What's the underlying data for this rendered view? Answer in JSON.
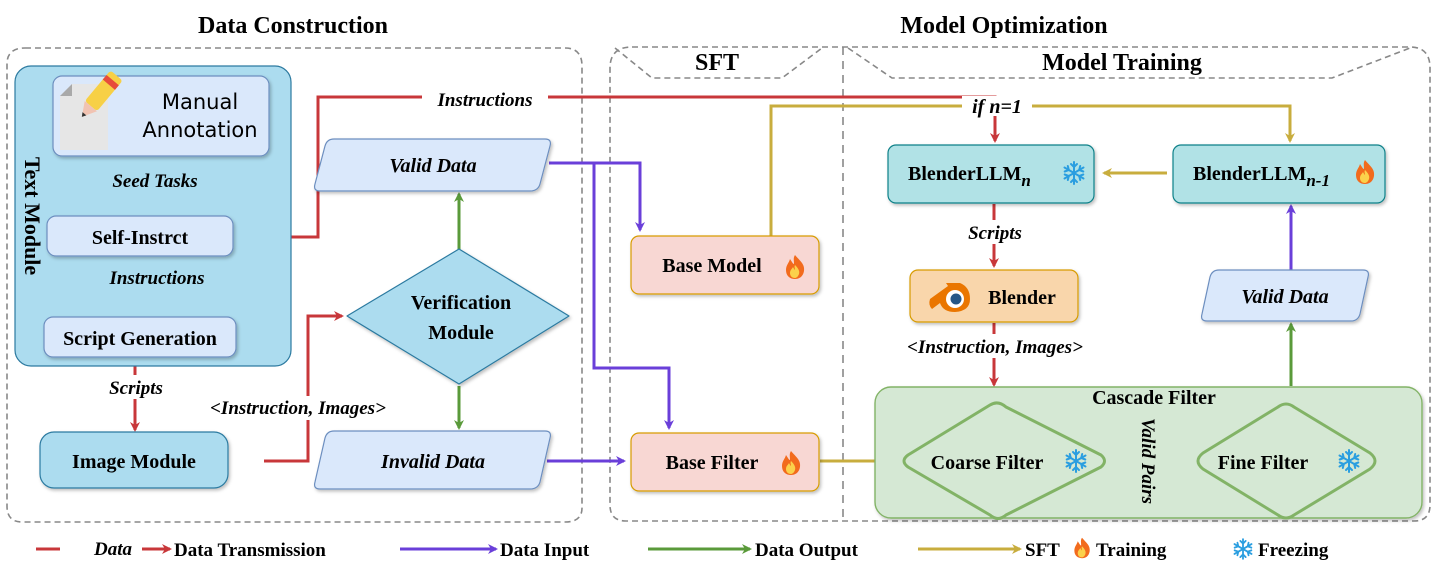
{
  "titles": {
    "data_construction": "Data Construction",
    "model_optimization": "Model Optimization",
    "sft": "SFT",
    "model_training": "Model Training"
  },
  "text_module": {
    "label": "Text Module",
    "manual_annotation_line1": "Manual",
    "manual_annotation_line2": "Annotation",
    "seed_tasks": "Seed Tasks",
    "self_instruct": "Self-Instrct",
    "instructions": "Instructions",
    "script_generation": "Script Generation"
  },
  "data_construction": {
    "scripts_label": "Scripts",
    "image_module": "Image Module",
    "instruction_images": "<Instruction, Images>",
    "verification_line1": "Verification",
    "verification_line2": "Module",
    "valid_data": "Valid Data",
    "invalid_data": "Invalid Data",
    "instructions_top": "Instructions"
  },
  "sft": {
    "base_model": "Base Model",
    "base_filter": "Base Filter"
  },
  "model_training": {
    "if_n1": "if n=1",
    "blender_llm_n": "BlenderLLM",
    "blender_llm_n_sub": "n",
    "blender_llm_n1": "BlenderLLM",
    "blender_llm_n1_sub": "n-1",
    "scripts": "Scripts",
    "blender": "Blender",
    "instruction_images": "<Instruction, Images>",
    "cascade_filter": "Cascade Filter",
    "coarse_filter": "Coarse Filter",
    "fine_filter": "Fine Filter",
    "valid_pairs": "Valid Pairs",
    "valid_data": "Valid Data"
  },
  "legend": {
    "data_word": "Data",
    "data_transmission": "Data Transmission",
    "data_input": "Data Input",
    "data_output": "Data Output",
    "sft": "SFT",
    "training": "Training",
    "freezing": "Freezing"
  },
  "colors": {
    "transmission": "#c8373a",
    "input": "#6a3fd9",
    "output": "#5a9a3a",
    "sft": "#c8ad3e",
    "snow": "#2a9ee0",
    "fire": "#f26b1d",
    "module_fill": "#acdcef",
    "inner_fill": "#dae8fb",
    "llm_fill": "#b1e2e6",
    "pink_fill": "#f8d7d3",
    "blender_fill": "#f9d6ab",
    "cascade_fill": "#d5e8d4"
  }
}
